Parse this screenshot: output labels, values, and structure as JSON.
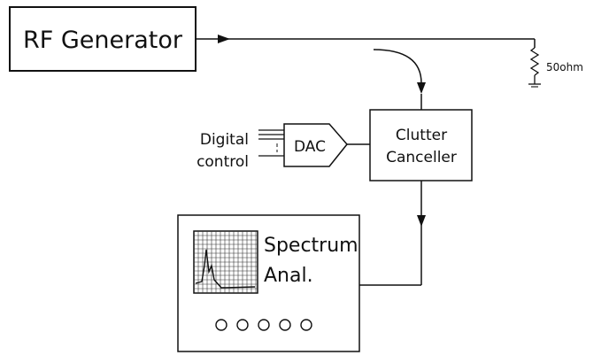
{
  "blocks": {
    "rf_generator": "RF Generator",
    "termination": "50ohm",
    "dac": "DAC",
    "digital_control_line1": "Digital",
    "digital_control_line2": "control",
    "clutter_canceller_line1": "Clutter",
    "clutter_canceller_line2": "Canceller",
    "spectrum_line1": "Spectrum",
    "spectrum_line2": "Anal."
  },
  "spectrum_analyzer": {
    "knob_count": 5
  },
  "colors": {
    "line": "#111111",
    "background": "#ffffff"
  }
}
